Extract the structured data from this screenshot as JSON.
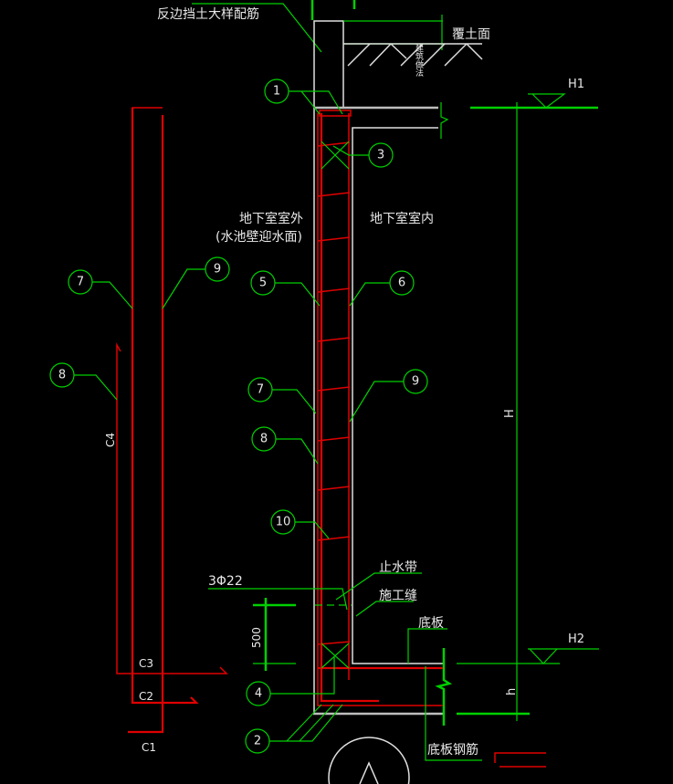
{
  "title": "反边挡土大样配筋",
  "labels": {
    "cover_thickness": "建筑做法",
    "cover_surface": "覆土面",
    "outside": "地下室室外",
    "outside_note": "(水池壁迎水面)",
    "inside": "地下室室内",
    "waterstop": "止水带",
    "construction_joint": "施工缝",
    "slab": "底板",
    "slab_rebar": "底板钢筋",
    "rebar_spec": "3Φ22",
    "dim_500": "500",
    "level_h1": "H1",
    "level_h2": "H2",
    "dim_H": "H",
    "dim_h": "h",
    "c1": "C1",
    "c2": "C2",
    "c3": "C3",
    "c4": "C4"
  },
  "callouts": [
    "1",
    "2",
    "3",
    "4",
    "5",
    "6",
    "7",
    "8",
    "9",
    "10"
  ]
}
